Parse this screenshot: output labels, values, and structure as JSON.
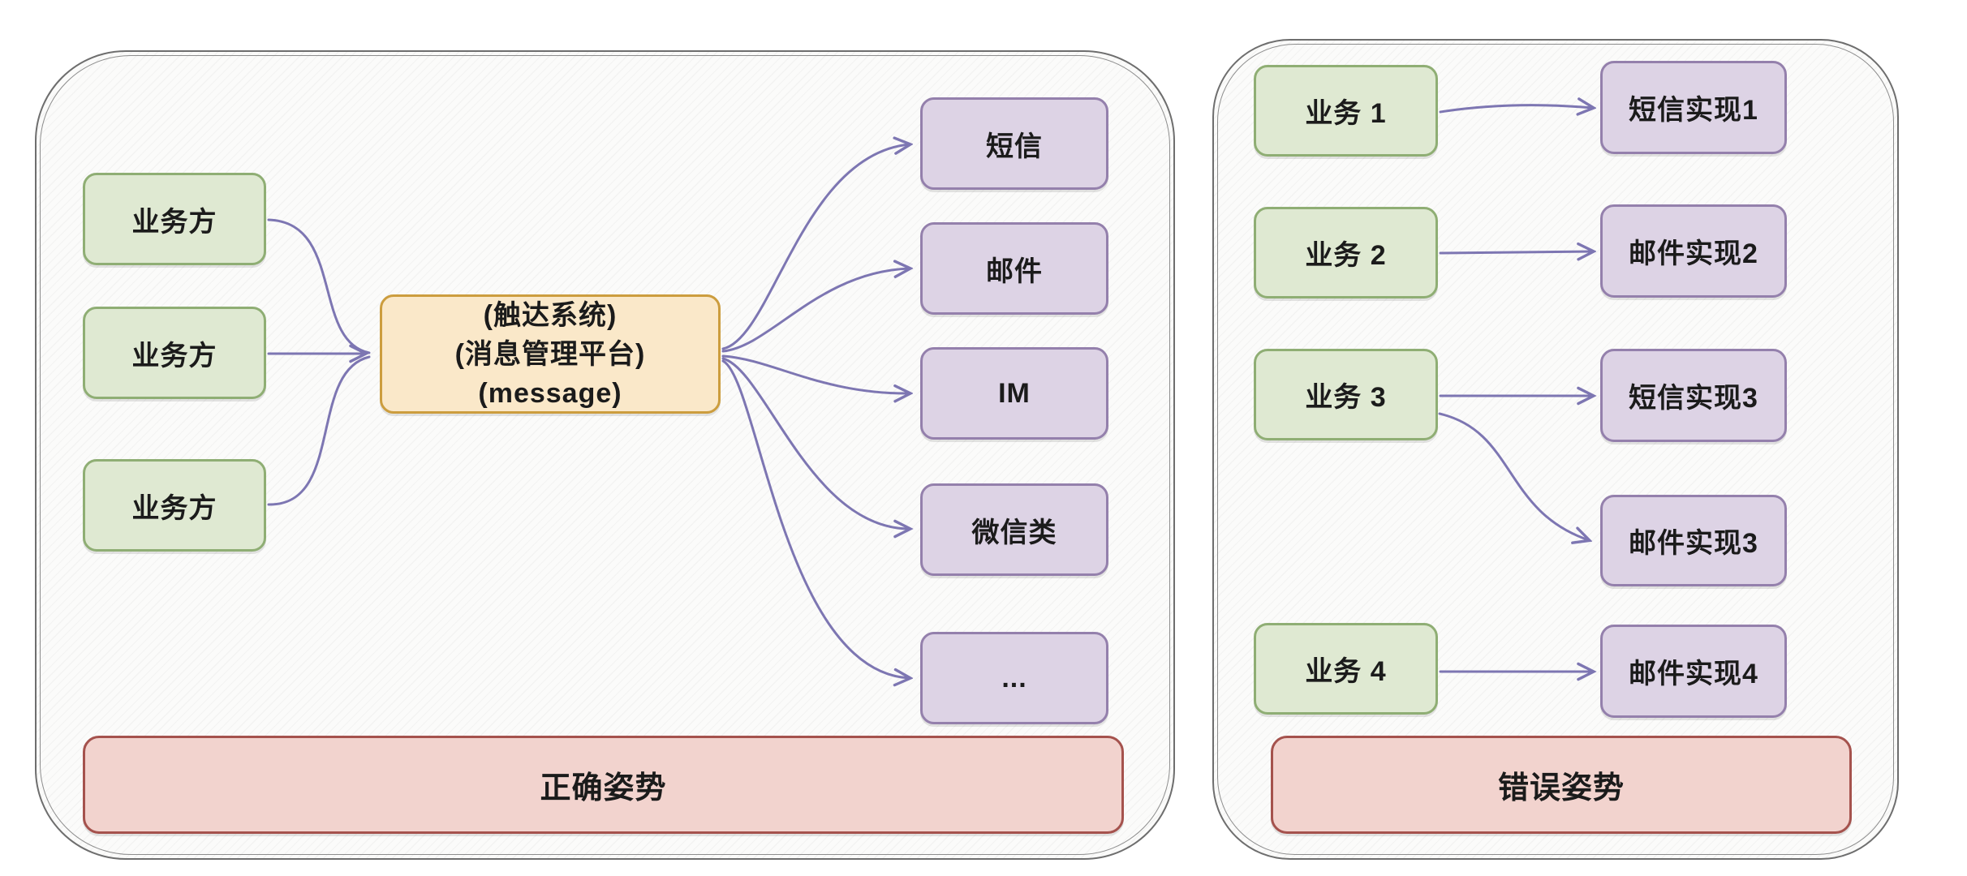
{
  "colors": {
    "page_bg": "#ffffff",
    "panel_bg": "#fbfbfa",
    "panel_border": "#6e6e6e",
    "panel_inner_border": "#8d8d8d",
    "green_fill": "#dfe9d2",
    "green_border": "#8fae74",
    "purple_fill": "#ddd3e5",
    "purple_border": "#9480ac",
    "orange_fill": "#fae8c9",
    "orange_border": "#cc9d3e",
    "red_fill": "#f2d3ce",
    "red_border": "#a5524d",
    "arrow": "#7d76b2",
    "text": "#1b1b1b"
  },
  "left_panel": {
    "caption": "正确姿势",
    "sources": [
      {
        "label": "业务方"
      },
      {
        "label": "业务方"
      },
      {
        "label": "业务方"
      }
    ],
    "hub": {
      "line1": "(触达系统)",
      "line2": "(消息管理平台)",
      "line3": "(message)"
    },
    "channels": [
      {
        "label": "短信"
      },
      {
        "label": "邮件"
      },
      {
        "label": "IM"
      },
      {
        "label": "微信类"
      },
      {
        "label": "..."
      }
    ],
    "edges": [
      [
        "业务方",
        "消息管理平台"
      ],
      [
        "业务方",
        "消息管理平台"
      ],
      [
        "业务方",
        "消息管理平台"
      ],
      [
        "消息管理平台",
        "短信"
      ],
      [
        "消息管理平台",
        "邮件"
      ],
      [
        "消息管理平台",
        "IM"
      ],
      [
        "消息管理平台",
        "微信类"
      ],
      [
        "消息管理平台",
        "..."
      ]
    ]
  },
  "right_panel": {
    "caption": "错误姿势",
    "businesses": [
      {
        "label": "业务 1"
      },
      {
        "label": "业务 2"
      },
      {
        "label": "业务 3"
      },
      {
        "label": "业务 4"
      }
    ],
    "implementations": [
      {
        "label": "短信实现1"
      },
      {
        "label": "邮件实现2"
      },
      {
        "label": "短信实现3"
      },
      {
        "label": "邮件实现3"
      },
      {
        "label": "邮件实现4"
      }
    ],
    "edges": [
      [
        "业务 1",
        "短信实现1"
      ],
      [
        "业务 2",
        "邮件实现2"
      ],
      [
        "业务 3",
        "短信实现3"
      ],
      [
        "业务 3",
        "邮件实现3"
      ],
      [
        "业务 4",
        "邮件实现4"
      ]
    ]
  }
}
